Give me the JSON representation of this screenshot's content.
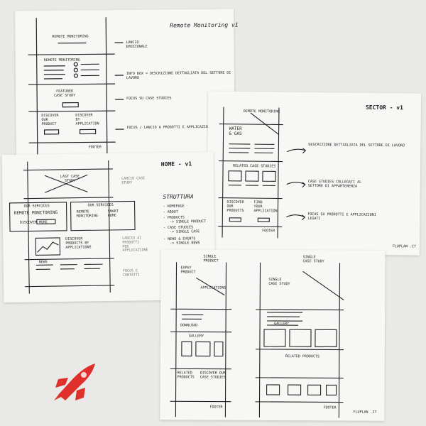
{
  "sheets": {
    "remote": {
      "title": "Remote Monitoring v1",
      "header": "REMOTE MONITORING",
      "sec2": "REMOTE MONITORING",
      "featured": "FEATURED\nCASE STUDY",
      "discover_product": "DISCOVER\nOUR\nPRODUCT",
      "discover_app": "DISCOVER\nBY\nAPPLICATION",
      "footer": "FOOTER",
      "notes": [
        "LANCIO\nEMOZIONALE",
        "INFO BOX = DESCRIZIONE DETTAGLIATA DEL SETTORE DI\nLAVORO",
        "FOCUS SU CASE STUDIES",
        "FOCUS / LANCIO A PRODOTTI E APPLICAZIONI"
      ]
    },
    "sector": {
      "title": "SECTOR - v1",
      "nav": "REMOTE MONITORING",
      "hero": "WATER\n& GAS",
      "related": "RELATED CASE STUDIES",
      "discover_product": "DISCOVER\nOUR\nPRODUCTS",
      "find_app": "FIND\nYOUR\nAPPLICATION",
      "footer": "FOOTER",
      "notes": [
        "DESCRIZIONE DETTAGLIATA DEL SETTORE DI LAVORO",
        "CASE STUDIES COLLEGATI AL\nSETTORE DI APPARTENENZA",
        "FOCUS SU PRODOTTI E APPLICAZIONI\nLEGATI"
      ],
      "credit": "FLUPLAN .IT"
    },
    "home": {
      "title": "HOME - v1",
      "hero": "LAST CASE\nSTUDY",
      "hero_note": "LANCIO CASE\nSTUDY",
      "svc1_label": "OUR SERVICES",
      "svc1": "REMOTE MONITORING",
      "svc1_btn": "DISCOVER MORE",
      "svc2_label": "OUR SERVICES",
      "svc2a": "REMOTE\nMONITORING",
      "svc2b": "SMART\nHOME",
      "discover": "DISCOVER\nPRODUCTS BY\nAPPLICATIONS",
      "side_notes": [
        "LANCIO AI\nPRODOTTI\nPER\nAPPLICAZIONE",
        "FOCUS E\nCONTATTI"
      ],
      "news": "NEWS",
      "struttura_title": "STRUTTURA",
      "struttura": [
        "- HOMEPAGE",
        "- ABOUT",
        "- PRODUCTS\n   -> SINGLE PRODUCT",
        "- CASE STUDIES\n   -> SINGLE CASE",
        "- NEWS & EVENTS\n   -> SINGLE NEWS"
      ]
    },
    "single": {
      "product_title": "SINGLE\nPRODUCT",
      "product_name": "EXPAY\nPRODUCT",
      "applications": "APPLICATIONS",
      "download": "DOWNLOAD",
      "gallery": "GALLERY",
      "related_products": "RELATED\nPRODUCTS",
      "discover_case": "DISCOVER OUR\nCASE STUDIES",
      "footer": "FOOTER",
      "case_title": "SINGLE\nCASE STUDY",
      "case_name": "SINGLE\nCASE STUDY",
      "case_gallery": "GALLERY",
      "case_related": "RELATED PRODUCTS",
      "case_footer": "FOOTER",
      "credit": "FLUPLAN .IT"
    }
  },
  "colors": {
    "rocket": "#e0302b"
  }
}
